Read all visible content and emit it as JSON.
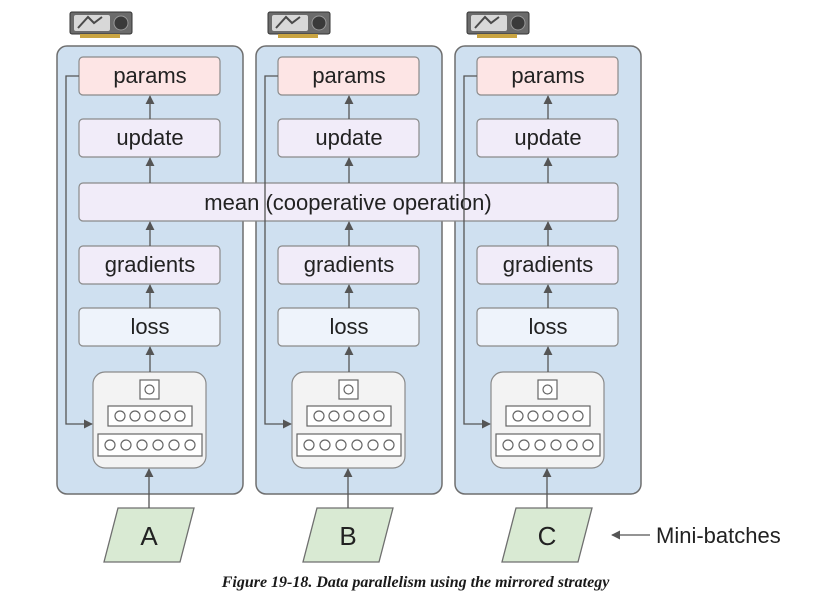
{
  "diagram": {
    "gpu_icon": "gpu-card-icon",
    "columns": [
      {
        "params": "params",
        "update": "update",
        "gradients": "gradients",
        "loss": "loss",
        "batch": "A"
      },
      {
        "params": "params",
        "update": "update",
        "gradients": "gradients",
        "loss": "loss",
        "batch": "B"
      },
      {
        "params": "params",
        "update": "update",
        "gradients": "gradients",
        "loss": "loss",
        "batch": "C"
      }
    ],
    "mean_label": "mean (cooperative operation)",
    "minibatches_label": "Mini-batches"
  },
  "caption": "Figure 19-18. Data parallelism using the mirrored strategy",
  "colors": {
    "panel_fill": "#cfe0f0",
    "panel_stroke": "#6f6f6f",
    "params_fill": "#fde5e5",
    "op_fill": "#f1ecf9",
    "loss_fill": "#eef3fb",
    "model_fill": "#f3f3f3",
    "batch_fill": "#d9ead3",
    "arrow": "#555555"
  }
}
